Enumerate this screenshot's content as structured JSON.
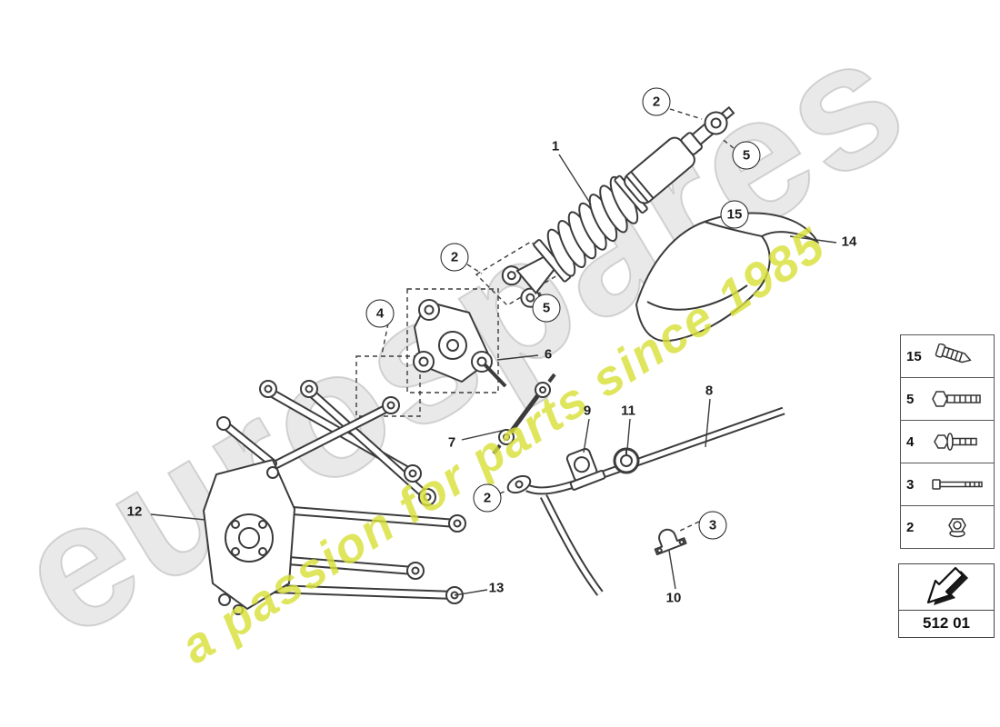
{
  "watermark": {
    "brand": "eurospares",
    "tagline": "a passion for parts since 1985",
    "brand_color": "#afafaf",
    "tagline_color": "#d8e03a"
  },
  "diagram": {
    "callouts": [
      {
        "label": "1",
        "circled": false
      },
      {
        "label": "2",
        "circled": true
      },
      {
        "label": "5",
        "circled": true
      },
      {
        "label": "15",
        "circled": true
      },
      {
        "label": "14",
        "circled": false
      },
      {
        "label": "2",
        "circled": true
      },
      {
        "label": "5",
        "circled": true
      },
      {
        "label": "4",
        "circled": true
      },
      {
        "label": "6",
        "circled": false
      },
      {
        "label": "7",
        "circled": false
      },
      {
        "label": "9",
        "circled": false
      },
      {
        "label": "11",
        "circled": false
      },
      {
        "label": "8",
        "circled": false
      },
      {
        "label": "2",
        "circled": true
      },
      {
        "label": "3",
        "circled": true
      },
      {
        "label": "10",
        "circled": false
      },
      {
        "label": "12",
        "circled": false
      },
      {
        "label": "13",
        "circled": false
      }
    ]
  },
  "legend": {
    "items": [
      {
        "label": "15",
        "icon": "screw-icon"
      },
      {
        "label": "5",
        "icon": "hex-bolt-icon"
      },
      {
        "label": "4",
        "icon": "flange-bolt-icon"
      },
      {
        "label": "3",
        "icon": "long-bolt-icon"
      },
      {
        "label": "2",
        "icon": "hex-nut-icon"
      }
    ]
  },
  "part_code": {
    "label": "512 01",
    "icon": "direction-arrow-icon"
  }
}
